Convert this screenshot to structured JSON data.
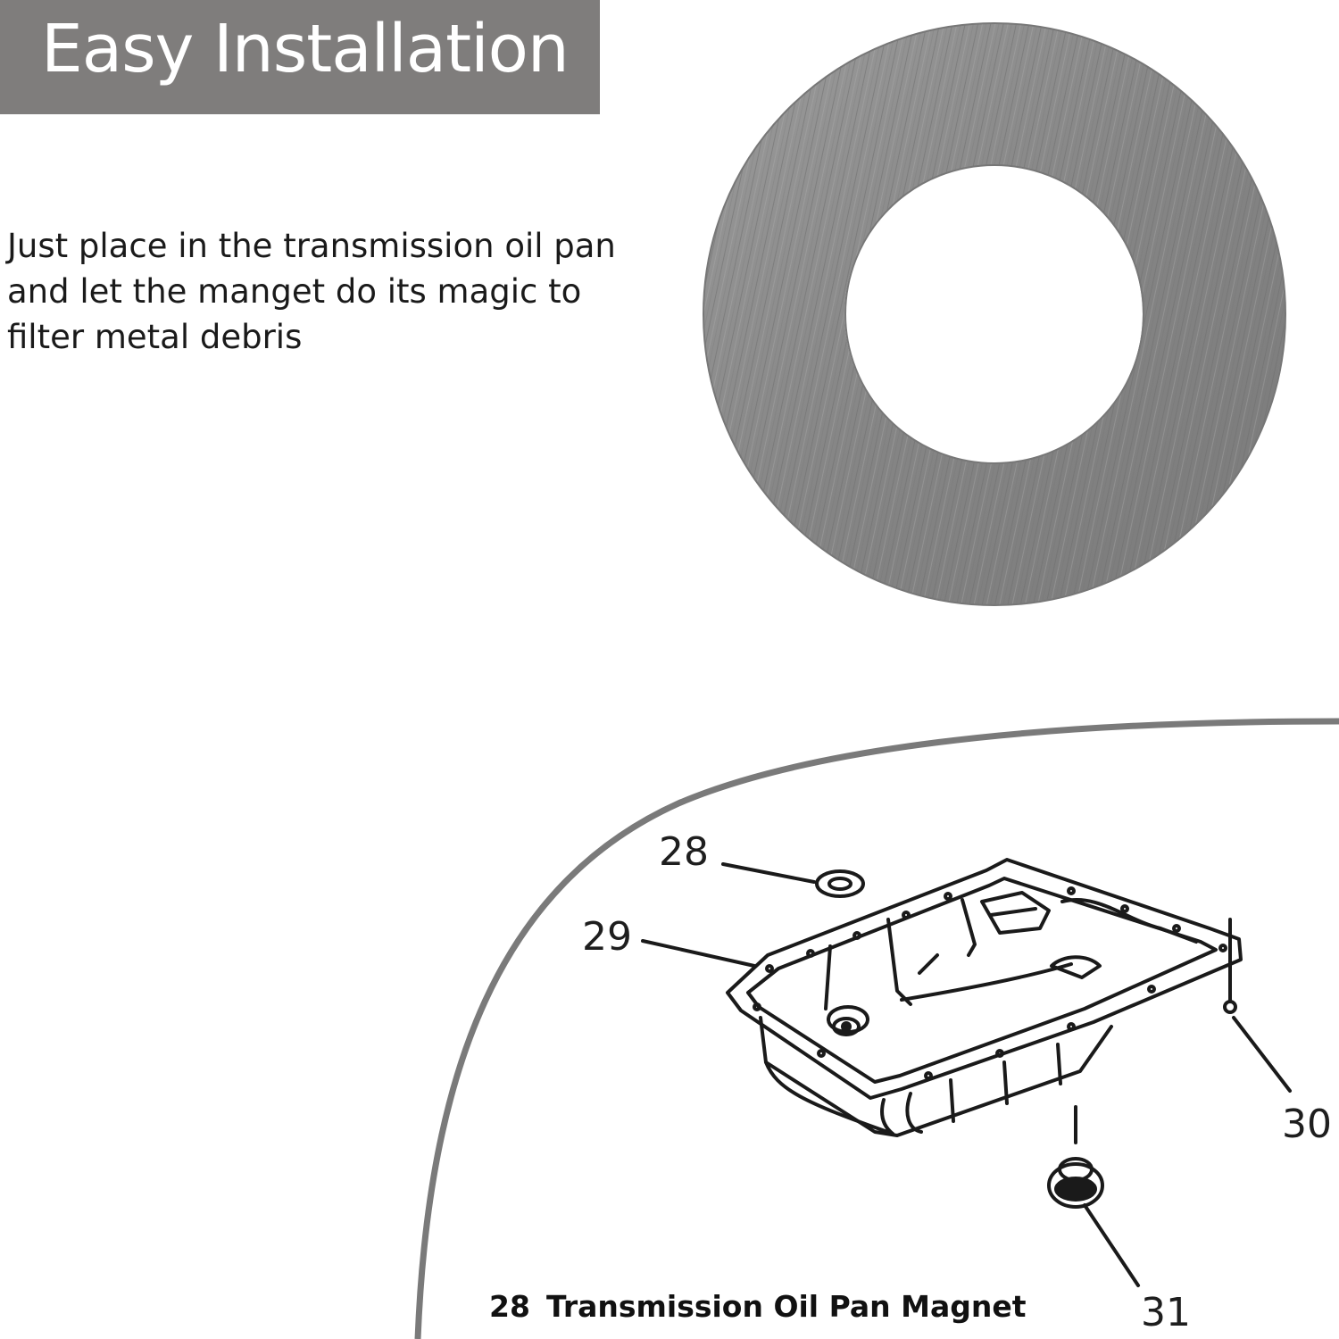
{
  "header": {
    "title": "Easy Installation",
    "band_color": "#7f7d7c"
  },
  "description": {
    "lines": [
      "Just place in the transmission oil pan",
      "and let the manget do its magic to",
      "filter metal debris"
    ]
  },
  "magnet": {
    "icon": "ring-magnet-icon",
    "color": "#8a8a8a"
  },
  "diagram": {
    "icon": "transmission-oil-pan-diagram",
    "callouts": [
      "28",
      "29",
      "30",
      "31"
    ]
  },
  "caption": {
    "number": "28",
    "text": "Transmission Oil Pan Magnet"
  }
}
